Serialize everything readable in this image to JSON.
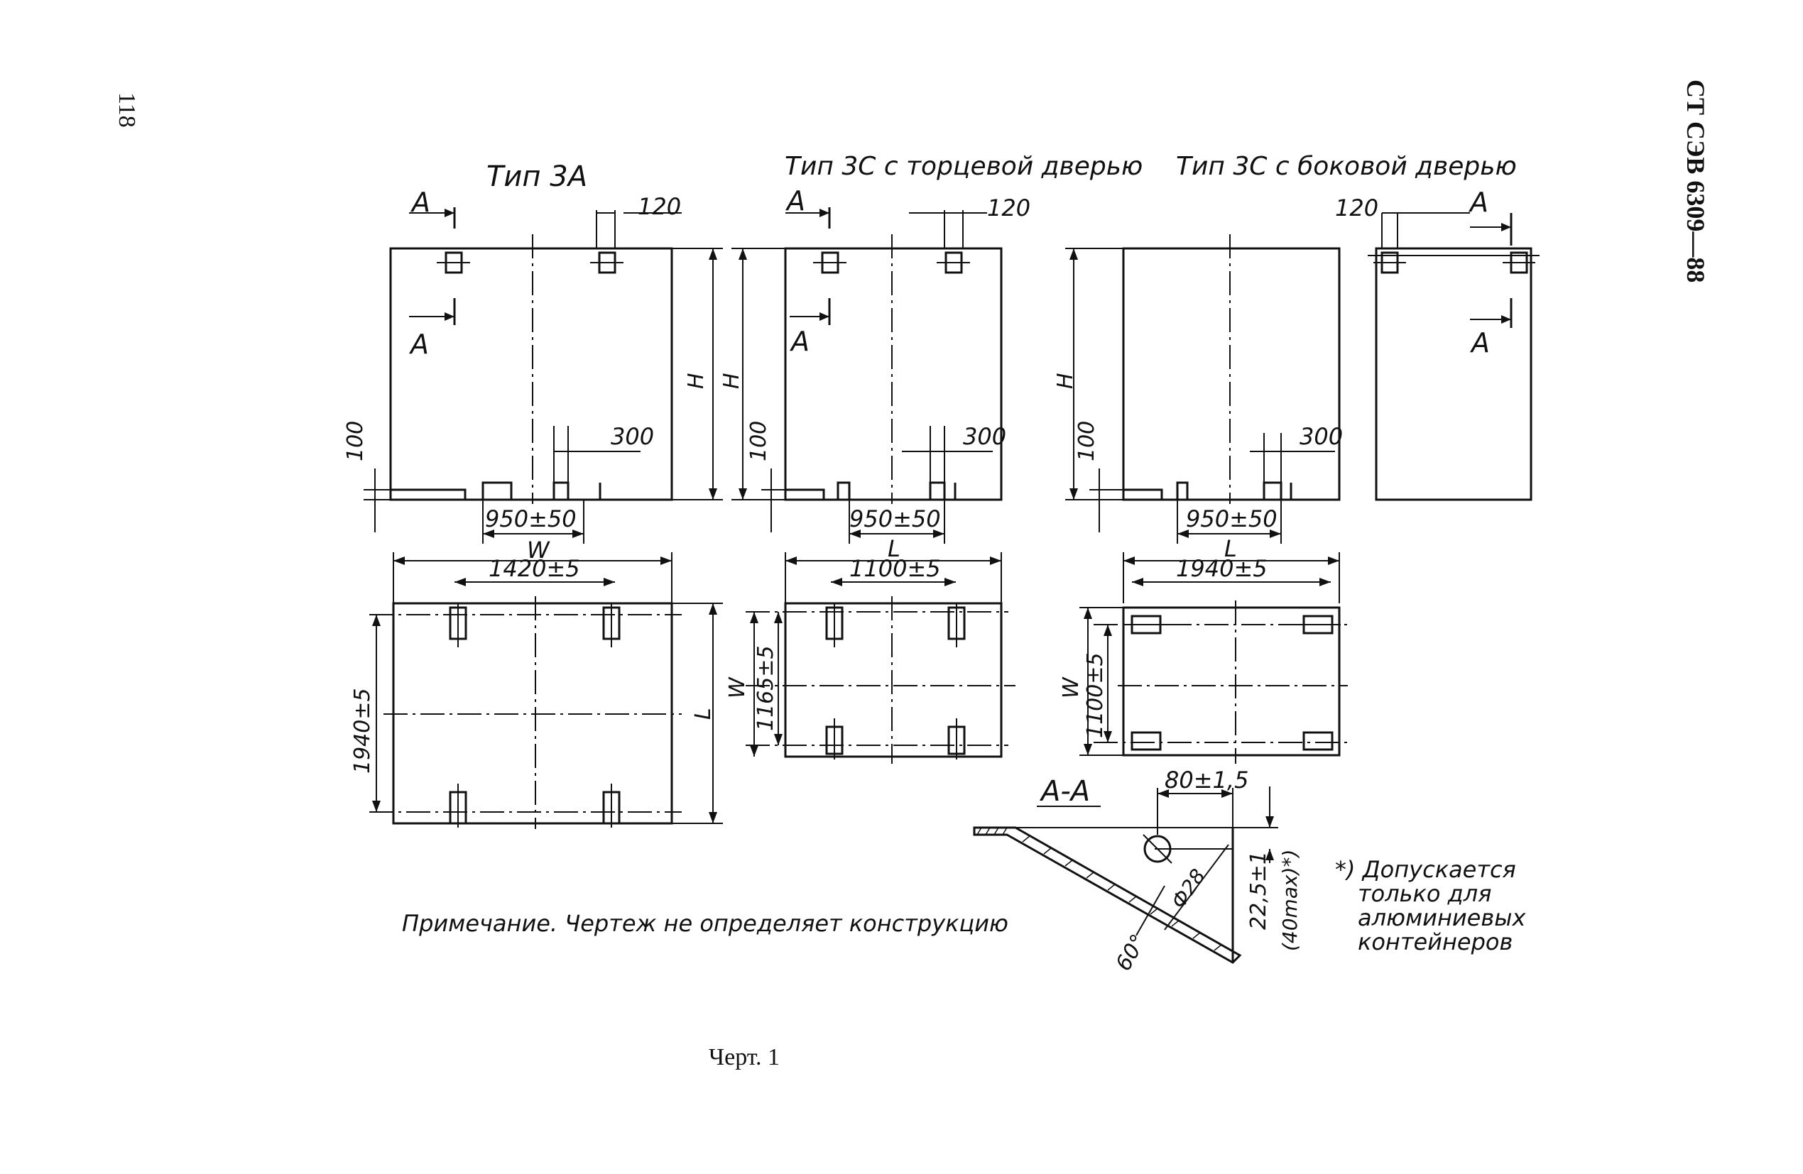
{
  "page_number": "118",
  "standard_code": "СТ СЭВ 6309—88",
  "figure_caption": "Черт. 1",
  "note": "Примечание. Чертеж не определяет конструкцию",
  "footnote": [
    "*) Допускается",
    "только для",
    "алюминиевых",
    "контейнеров"
  ],
  "views": [
    {
      "title": "Тип 3А",
      "dims": {
        "top_offset": "120",
        "foot_gap": "300",
        "foot_height": "100",
        "foot_spacing": "950±50",
        "width_letter": "W",
        "height_letter": "H",
        "overall": "1420±5",
        "depth": "1940±5",
        "depth_letter": "L",
        "section": "А"
      }
    },
    {
      "title": "Тип 3С с торцевой дверью",
      "dims": {
        "top_offset": "120",
        "foot_gap": "300",
        "foot_height": "100",
        "foot_spacing": "950±50",
        "width_letter": "L",
        "height_letter": "H",
        "overall": "1100±5",
        "depth": "1165±5",
        "depth_letter": "W",
        "section": "А"
      }
    },
    {
      "title": "Тип 3С с боковой дверью",
      "dims": {
        "top_offset": "120",
        "foot_gap": "300",
        "foot_height": "100",
        "foot_spacing": "950±50",
        "width_letter": "L",
        "height_letter": "H",
        "overall": "1940±5",
        "depth": "1100±5",
        "depth_letter": "W",
        "section": "А"
      }
    }
  ],
  "section": {
    "title": "А-А",
    "offset": "80±1,5",
    "diameter": "Ф28",
    "height": "22,5±1",
    "height_max": "(40max)*)",
    "angle": "60°"
  }
}
